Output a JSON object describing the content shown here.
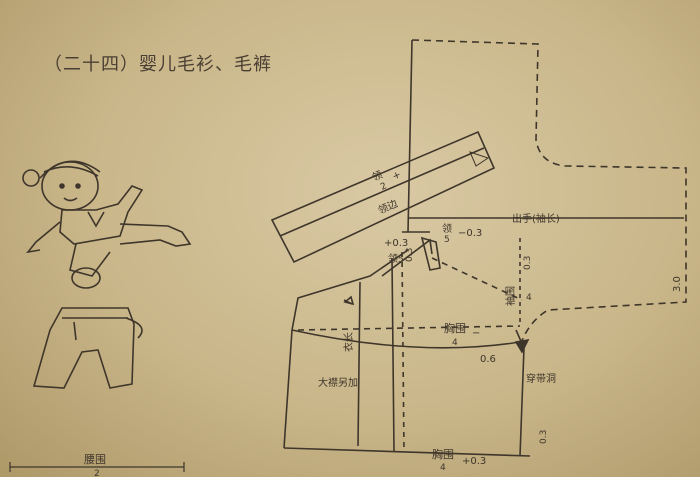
{
  "title": "（二十四）婴儿毛衫、毛裤",
  "labels": {
    "collar_half": "领",
    "collar_half_den": "2",
    "collar_half_plus": "+",
    "collar_band": "领边",
    "collar_five": "领",
    "collar_five_den": "5",
    "collar_five_suffix": "−0.3",
    "collar_five_b": "领",
    "collar_five_b_den": "5",
    "collar_five_b_suffix": "+0.3",
    "small_03": "0.3",
    "sleeve_length": "出手(袖长)",
    "sleeve_03": "0.3",
    "sleeve_30": "3.0",
    "armhole": "袖围",
    "armhole_den": "4",
    "chest": "胸围",
    "chest_den": "4",
    "chest_minus": "−",
    "val_06": "0.6",
    "tie_hole": "穿带洞",
    "body_length": "衣长",
    "front_extension": "大襟另加",
    "hem_chest": "胸围",
    "hem_chest_den": "4",
    "hem_plus": "+0.3",
    "hem_03": "0.3",
    "waist": "腰围",
    "waist_den": "2"
  },
  "colors": {
    "paper": "#cdbb8e",
    "ink": "#3f362b"
  }
}
